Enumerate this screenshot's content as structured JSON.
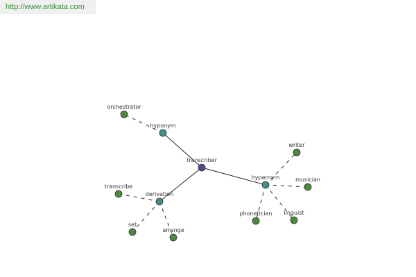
{
  "site": {
    "url": "http://www.artikata.com"
  },
  "graph": {
    "center": {
      "id": "transcriber",
      "label": "transcriber",
      "color": "#4a4f8c"
    },
    "relations": [
      {
        "id": "hyponym",
        "label": "hyponym",
        "color": "#3f8f8f",
        "terms": [
          {
            "id": "orchestrator",
            "label": "orchestrator"
          }
        ]
      },
      {
        "id": "hypernym",
        "label": "hypernym",
        "color": "#3f8f8f",
        "terms": [
          {
            "id": "writer",
            "label": "writer"
          },
          {
            "id": "musician",
            "label": "musician"
          },
          {
            "id": "phonetician",
            "label": "phonetician"
          },
          {
            "id": "linguist",
            "label": "linguist"
          }
        ]
      },
      {
        "id": "derivation",
        "label": "derivation",
        "color": "#3f8f8f",
        "terms": [
          {
            "id": "transcribe",
            "label": "transcribe"
          },
          {
            "id": "set",
            "label": "set"
          },
          {
            "id": "arrange",
            "label": "arrange"
          }
        ]
      }
    ],
    "term_color": "#4a8a3c"
  }
}
